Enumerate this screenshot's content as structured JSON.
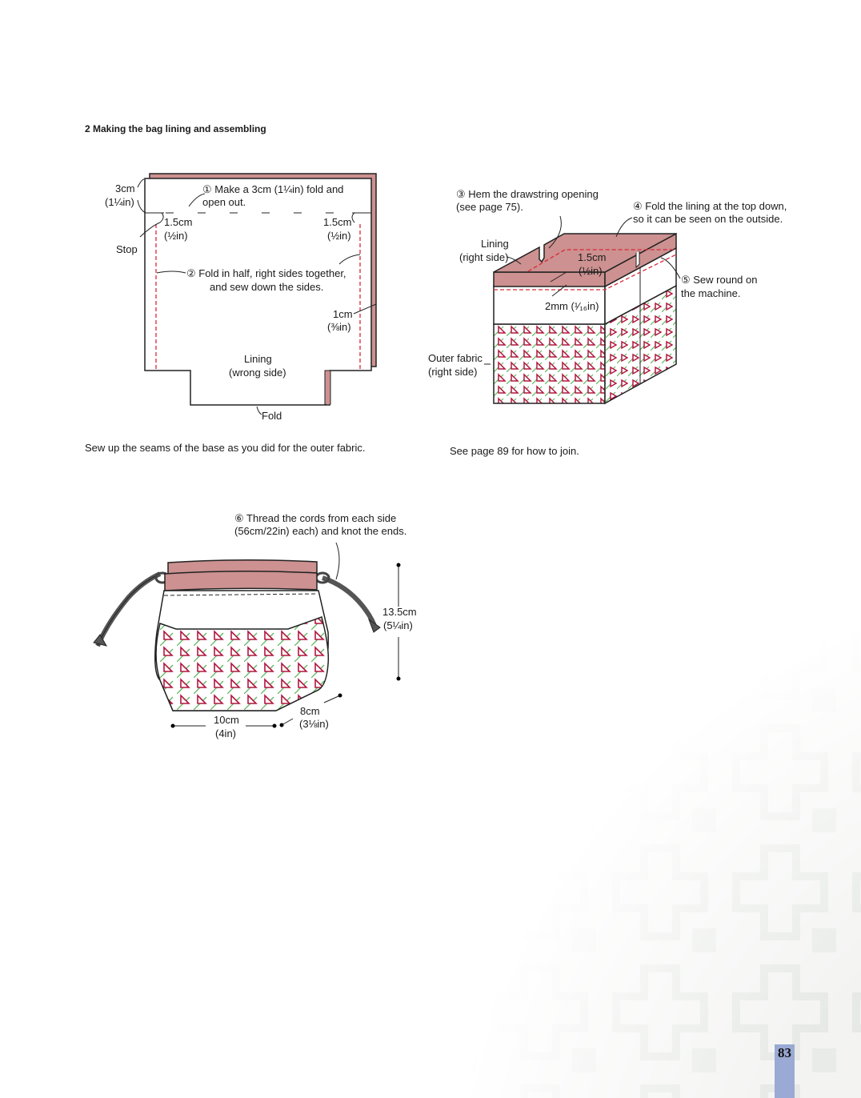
{
  "section_heading": "2 Making the bag lining and assembling",
  "diagram1": {
    "fold_top_cm": "3cm",
    "fold_top_in": "(1¼in)",
    "step1_line1": "① Make a 3cm (1¼in) fold and",
    "step1_line2": "open out.",
    "left_margin_cm": "1.5cm",
    "left_margin_in": "(½in)",
    "right_margin_cm": "1.5cm",
    "right_margin_in": "(½in)",
    "stop_label": "Stop",
    "step2_line1": "② Fold in half, right sides together,",
    "step2_line2": "and sew down the sides.",
    "seam_cm": "1cm",
    "seam_in": "(⅜in)",
    "lining_line1": "Lining",
    "lining_line2": "(wrong side)",
    "fold_label": "Fold",
    "caption": "Sew up the seams of the base as you did for the outer fabric."
  },
  "diagram2": {
    "step3_line1": "③ Hem the drawstring opening",
    "step3_line2": "(see page 75).",
    "step4_line1": "④ Fold the lining at the top down,",
    "step4_line2": "so it can be seen on the outside.",
    "lining_line1": "Lining",
    "lining_line2": "(right side)",
    "hem_cm": "1.5cm",
    "hem_in": "(½in)",
    "step5_line1": "⑤ Sew round on",
    "step5_line2": "the machine.",
    "stitch": "2mm (¹⁄₁₆in)",
    "outer_line1": "Outer fabric",
    "outer_line2": "(right side)",
    "caption": "See page 89 for how to join."
  },
  "diagram3": {
    "step6_line1": "⑥ Thread the cords from each side",
    "step6_line2": "(56cm/22in) each) and knot the ends.",
    "height_cm": "13.5cm",
    "height_in": "(5¼in)",
    "width_cm": "10cm",
    "width_in": "(4in)",
    "depth_cm": "8cm",
    "depth_in": "(3⅛in)"
  },
  "page_number": "83",
  "colors": {
    "lining_pink": "#cc9190",
    "stitch_red": "#d8283a",
    "triangle_crimson": "#b0173f",
    "stripe_green": "#5fb85f",
    "page_tab": "#9aaad4"
  }
}
